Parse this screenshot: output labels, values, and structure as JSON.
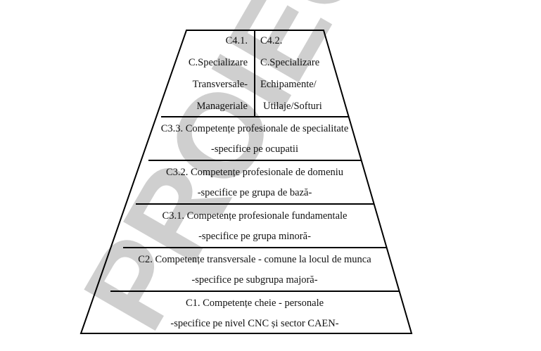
{
  "pyramid": {
    "top": {
      "left": [
        "C4.1.",
        "C.Specializare",
        "Transversale-",
        "Manageriale"
      ],
      "right": [
        "C4.2.",
        "C.Specializare",
        "Echipamente/",
        "Utilaje/Softuri"
      ]
    },
    "levels": [
      {
        "line1": "C3.3. Competențe profesionale de specialitate",
        "line2": "-specifice pe ocupatii"
      },
      {
        "line1": "C3.2. Competențe profesionale de domeniu",
        "line2": "-specifice pe grupa de bază-"
      },
      {
        "line1": "C3.1. Competențe profesionale fundamentale",
        "line2": "-specifice pe grupa minoră-"
      },
      {
        "line1": "C2. Competențe transversale - comune la locul de munca",
        "line2": "-specifice pe subgrupa majoră-"
      },
      {
        "line1": "C1. Competențe cheie - personale",
        "line2": "-specifice pe nivel CNC și sector CAEN-"
      }
    ]
  },
  "watermark": {
    "text": "PROIECT"
  }
}
